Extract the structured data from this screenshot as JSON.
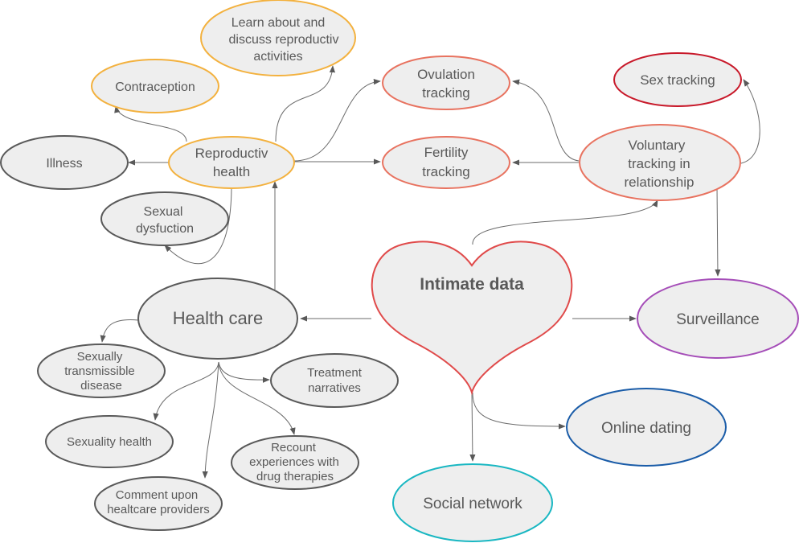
{
  "colors": {
    "node_fill": "#eeeeee",
    "text": "#595959",
    "edge": "#6b6b6b",
    "orange": "#f3b13e",
    "salmon": "#e8725f",
    "red": "#c8192a",
    "gray": "#595959",
    "purple": "#a54db8",
    "blue": "#1a5ca8",
    "teal": "#19b7c2",
    "heart": "#e04a4a"
  },
  "nodes": {
    "intimate_data": {
      "lines": [
        "Intimate data"
      ]
    },
    "health_care": {
      "lines": [
        "Health care"
      ]
    },
    "reproductive_health": {
      "lines": [
        "Reproductiv",
        "health"
      ]
    },
    "learn_discuss": {
      "lines": [
        "Learn about and",
        "discuss reproductiv",
        "activities"
      ]
    },
    "contraception": {
      "lines": [
        "Contraception"
      ]
    },
    "illness": {
      "lines": [
        "Illness"
      ]
    },
    "sexual_dysfunction": {
      "lines": [
        "Sexual",
        "dysfuction"
      ]
    },
    "ovulation_tracking": {
      "lines": [
        "Ovulation",
        "tracking"
      ]
    },
    "fertility_tracking": {
      "lines": [
        "Fertility",
        "tracking"
      ]
    },
    "voluntary_tracking": {
      "lines": [
        "Voluntary",
        "tracking in",
        "relationship"
      ]
    },
    "sex_tracking": {
      "lines": [
        "Sex tracking"
      ]
    },
    "surveillance": {
      "lines": [
        "Surveillance"
      ]
    },
    "online_dating": {
      "lines": [
        "Online dating"
      ]
    },
    "social_network": {
      "lines": [
        "Social network"
      ]
    },
    "sti": {
      "lines": [
        "Sexually",
        "transmissible",
        "disease"
      ]
    },
    "treatment_narratives": {
      "lines": [
        "Treatment",
        "narratives"
      ]
    },
    "sexuality_health": {
      "lines": [
        "Sexuality health"
      ]
    },
    "recount_experiences": {
      "lines": [
        "Recount",
        "experiences with",
        "drug therapies"
      ]
    },
    "comment_providers": {
      "lines": [
        "Comment upon",
        "healtcare providers"
      ]
    }
  }
}
